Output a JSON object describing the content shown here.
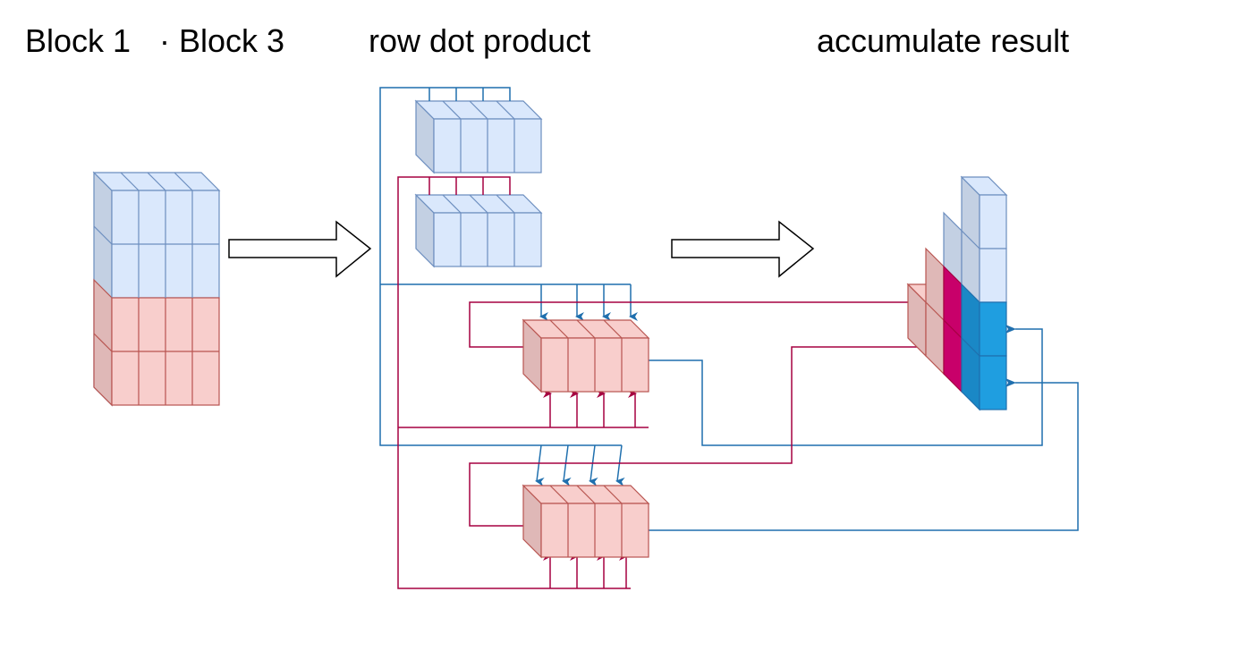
{
  "labels": {
    "block_1": "Block 1",
    "block_3": "· Block 3",
    "row_dot_product": "row dot product",
    "accumulate_result": "accumulate result"
  },
  "colors": {
    "blue_face": "#dae8fc",
    "blue_side": "#c3d0e3",
    "blue_stroke": "#6c8ebf",
    "red_face": "#f8cecc",
    "red_side": "#dfb8b7",
    "red_stroke": "#b85450",
    "wire_blue": "#1f6fae",
    "wire_red": "#a50040",
    "result_magenta": "#c8006a",
    "result_blue": "#1f9ee0",
    "result_blue_dark": "#1a88c6"
  }
}
